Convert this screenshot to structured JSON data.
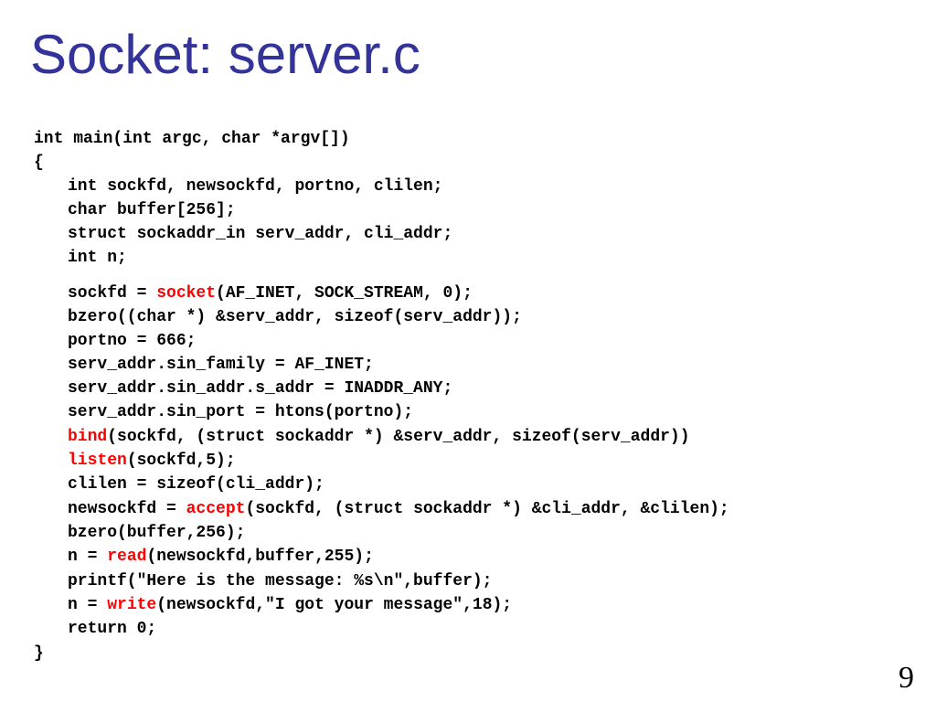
{
  "slide": {
    "title": "Socket: server.c",
    "page_number": "9",
    "highlight_color": "#ff0000",
    "title_color": "#333399",
    "code_lines": [
      {
        "indent": 0,
        "segments": [
          {
            "text": "int main(int argc, char *argv[])"
          }
        ]
      },
      {
        "indent": 0,
        "segments": [
          {
            "text": "{"
          }
        ]
      },
      {
        "indent": 1,
        "segments": [
          {
            "text": "int sockfd, newsockfd, portno, clilen;"
          }
        ]
      },
      {
        "indent": 1,
        "segments": [
          {
            "text": "char buffer[256];"
          }
        ]
      },
      {
        "indent": 1,
        "segments": [
          {
            "text": "struct sockaddr_in serv_addr, cli_addr;"
          }
        ]
      },
      {
        "indent": 1,
        "segments": [
          {
            "text": "int n;"
          }
        ]
      },
      {
        "indent": 1,
        "segments": [
          {
            "text": "sockfd = "
          },
          {
            "text": "socket",
            "hl": true
          },
          {
            "text": "(AF_INET, SOCK_STREAM, 0);"
          }
        ]
      },
      {
        "indent": 1,
        "segments": [
          {
            "text": "bzero((char *) &serv_addr, sizeof(serv_addr));"
          }
        ]
      },
      {
        "indent": 1,
        "segments": [
          {
            "text": "portno = 666;"
          }
        ]
      },
      {
        "indent": 1,
        "segments": [
          {
            "text": "serv_addr.sin_family = AF_INET;"
          }
        ]
      },
      {
        "indent": 1,
        "segments": [
          {
            "text": "serv_addr.sin_addr.s_addr = INADDR_ANY;"
          }
        ]
      },
      {
        "indent": 1,
        "segments": [
          {
            "text": "serv_addr.sin_port = htons(portno);"
          }
        ]
      },
      {
        "indent": 1,
        "segments": [
          {
            "text": "bind",
            "hl": true
          },
          {
            "text": "(sockfd, (struct sockaddr *) &serv_addr, sizeof(serv_addr))"
          }
        ]
      },
      {
        "indent": 1,
        "segments": [
          {
            "text": "listen",
            "hl": true
          },
          {
            "text": "(sockfd,5);"
          }
        ]
      },
      {
        "indent": 1,
        "segments": [
          {
            "text": "clilen = sizeof(cli_addr);"
          }
        ]
      },
      {
        "indent": 1,
        "segments": [
          {
            "text": "newsockfd = "
          },
          {
            "text": "accept",
            "hl": true
          },
          {
            "text": "(sockfd, (struct sockaddr *) &cli_addr, &clilen);"
          }
        ]
      },
      {
        "indent": 1,
        "segments": [
          {
            "text": "bzero(buffer,256);"
          }
        ]
      },
      {
        "indent": 1,
        "segments": [
          {
            "text": "n = "
          },
          {
            "text": "read",
            "hl": true
          },
          {
            "text": "(newsockfd,buffer,255);"
          }
        ]
      },
      {
        "indent": 1,
        "segments": [
          {
            "text": "printf(\"Here is the message: %s\\n\",buffer);"
          }
        ]
      },
      {
        "indent": 1,
        "segments": [
          {
            "text": "n = "
          },
          {
            "text": "write",
            "hl": true
          },
          {
            "text": "(newsockfd,\"I got your message\",18);"
          }
        ]
      },
      {
        "indent": 1,
        "segments": [
          {
            "text": "return 0;"
          }
        ]
      },
      {
        "indent": 0,
        "segments": [
          {
            "text": "}"
          }
        ]
      }
    ]
  }
}
